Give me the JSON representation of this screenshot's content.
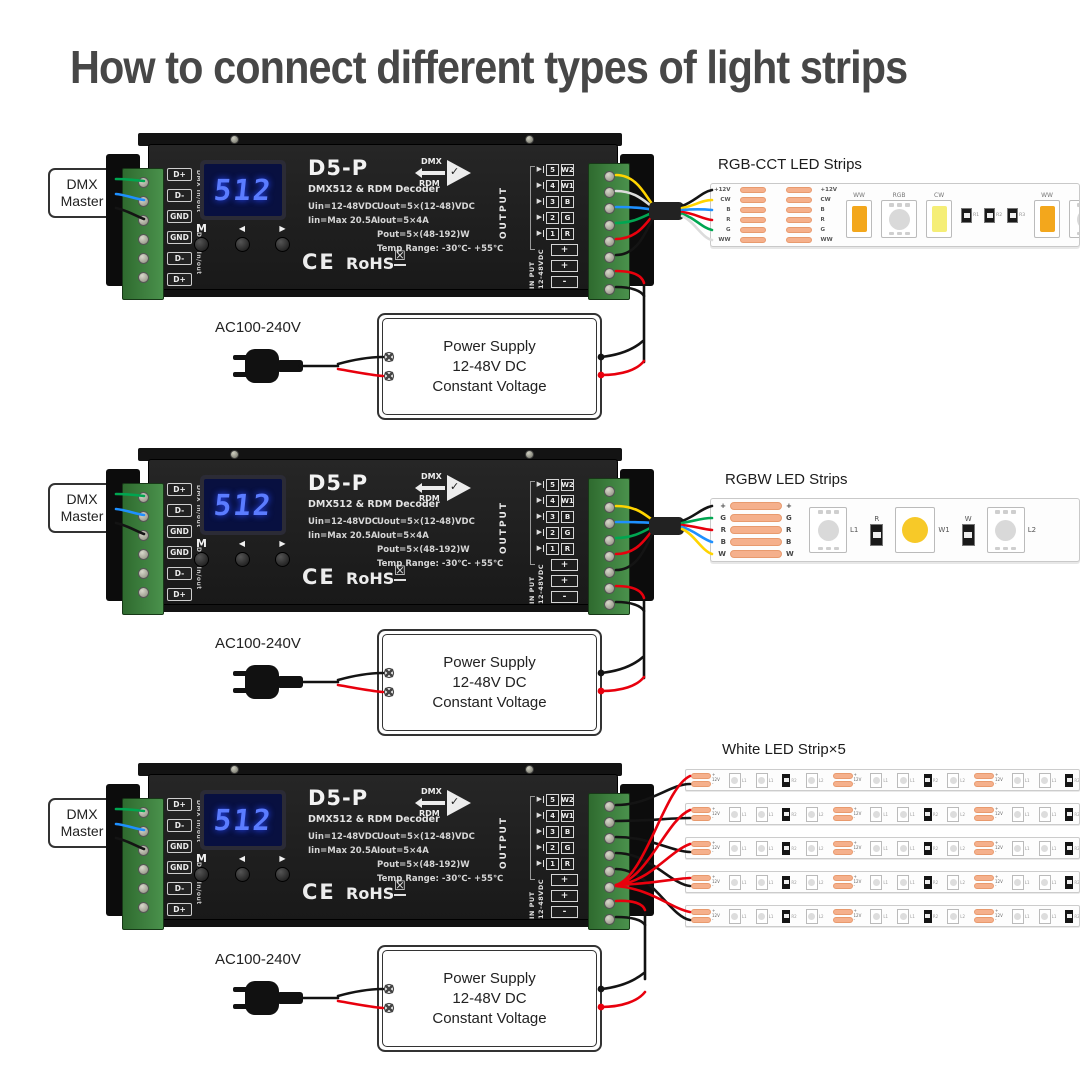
{
  "title": "How to connect different types of light strips",
  "colors": {
    "wire_yellow": "#ffd400",
    "wire_white": "#dcdcdc",
    "wire_blue": "#1e90ff",
    "wire_green": "#00a651",
    "wire_red": "#e8000d",
    "wire_black": "#141414",
    "pad_orange": "#f5b08c",
    "display_blue": "#5b7cff",
    "strip_amber": "#f3a71c",
    "strip_coolwhite": "#f5ee77",
    "led_yellow": "#f7c928",
    "terminal_green": "#3f7d3f"
  },
  "dmx_master": {
    "line1": "DMX",
    "line2": "Master"
  },
  "power": {
    "ac": "AC100-240V",
    "l1": "Power Supply",
    "l2": "12-48V DC",
    "l3": "Constant Voltage"
  },
  "decoder": {
    "model": "D5-P",
    "type": "DMX512 & RDM Decoder",
    "display": "512",
    "btn_m": "M",
    "btn_prev": "◀",
    "btn_next": "▶",
    "spec_uin": "Uin=12-48VDC",
    "spec_iin": "Iin=Max 20.5A",
    "spec_uout": "Uout=5×(12-48)VDC",
    "spec_iout": "Iout=5×4A",
    "spec_pout": "Pout=5×(48-192)W",
    "spec_temp": "Temp Range: -30℃- +55℃",
    "ce": "CE",
    "rohs": "RoHS",
    "logo_dmx": "DMX",
    "logo_rdm": "RDM",
    "logo_check": "✓",
    "diode_icon": "▶",
    "bin_icon": "☒",
    "dmx_inout": "DMX In/out",
    "terminals": [
      "D+",
      "D-",
      "GND",
      "GND",
      "D-",
      "D+"
    ],
    "output": "OUTPUT",
    "channels": [
      {
        "n": "5",
        "c": "W2"
      },
      {
        "n": "4",
        "c": "W1"
      },
      {
        "n": "3",
        "c": "B"
      },
      {
        "n": "2",
        "c": "G"
      },
      {
        "n": "1",
        "c": "R"
      }
    ],
    "plus": "+",
    "minus": "-",
    "input1": "IN PUT",
    "input2": "12-48VDC"
  },
  "sections": [
    {
      "strip_title": "RGB-CCT LED Strips",
      "pads": [
        "+12V",
        "CW",
        "B",
        "R",
        "G",
        "WW"
      ],
      "leds": [
        "WW",
        "RGB",
        "CW",
        "WW",
        "RGB"
      ],
      "resistors": [
        "R1",
        "R2",
        "R3"
      ]
    },
    {
      "strip_title": "RGBW LED Strips",
      "pads": [
        "+",
        "G",
        "R",
        "B",
        "W"
      ],
      "labels": {
        "l1": "L1",
        "r": "R",
        "w1": "W1",
        "w": "W",
        "l2": "L2"
      }
    },
    {
      "strip_title": "White LED Strip×5",
      "count": 5,
      "pad_plus": "+",
      "pad_v": "12V",
      "pad_minus": "-",
      "led": "L1",
      "led2": "L2",
      "resistor": "R2"
    }
  ]
}
